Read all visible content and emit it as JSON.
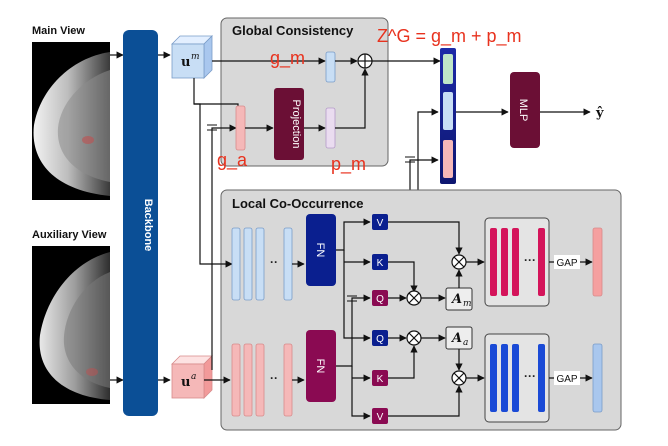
{
  "labels": {
    "main_view": "Main View",
    "auxiliary_view": "Auxiliary View",
    "backbone": "Backbone",
    "u_m": "u",
    "u_m_sup": "m",
    "u_a": "u",
    "u_a_sup": "a",
    "global_consistency": "Global Consistency",
    "projection": "Projection",
    "mlp": "MLP",
    "y_hat": "ŷ",
    "local_co_occurrence": "Local Co-Occurrence",
    "fn_top": "FN",
    "fn_bottom": "FN",
    "v_top": "V",
    "k_top": "K",
    "q_top": "Q",
    "q_bottom": "Q",
    "k_bottom": "K",
    "v_bottom": "V",
    "a_m": "A",
    "a_m_sub": "m",
    "a_a": "A",
    "a_a_sub": "a",
    "gap_top": "GAP",
    "gap_bottom": "GAP",
    "dots": "··",
    "dots2": "···"
  },
  "annotations": {
    "zg_formula": "Z^G = g_m + p_m",
    "g_m": "g_m",
    "g_a": "g_a",
    "p_m": "p_m"
  },
  "colors": {
    "backbone": "#0b4f96",
    "fn_top": "#0a1f8f",
    "fn_bottom": "#8a0a52",
    "mlp": "#6b0f35",
    "projection": "#6b0f35",
    "annotation": "#e8321e",
    "main_feature": "#c8def5",
    "aux_feature": "#f5b8b8",
    "pink_bars": "#d4145a",
    "blue_bars": "#1a4ad6"
  }
}
